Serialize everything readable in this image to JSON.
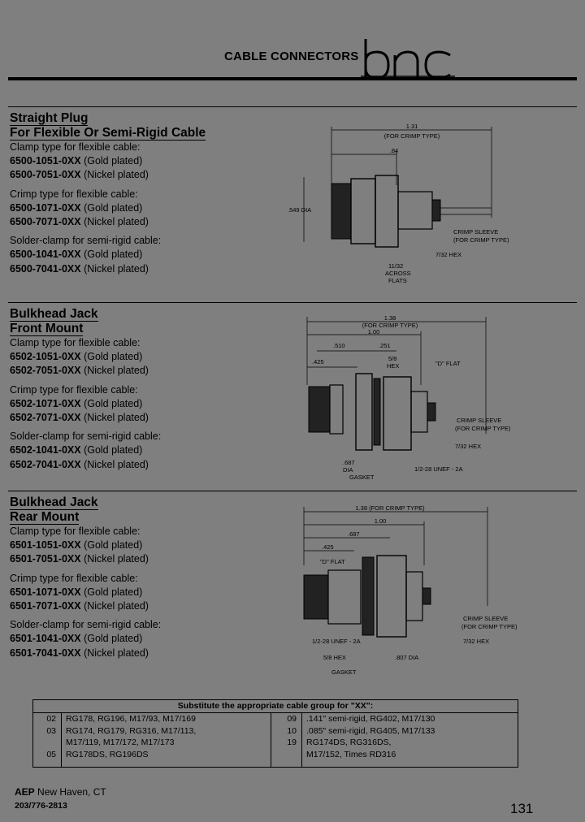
{
  "header": {
    "title": "CABLE CONNECTORS",
    "logo_text": "bnc"
  },
  "sections": [
    {
      "title_line1": "Straight Plug",
      "title_line2": "For Flexible Or Semi-Rigid Cable",
      "groups": [
        {
          "label": "Clamp type for flexible cable:",
          "parts": [
            {
              "pn": "6500-1051-0XX",
              "plating": "(Gold plated)"
            },
            {
              "pn": "6500-7051-0XX",
              "plating": "(Nickel plated)"
            }
          ]
        },
        {
          "label": "Crimp type for flexible cable:",
          "parts": [
            {
              "pn": "6500-1071-0XX",
              "plating": "(Gold plated)"
            },
            {
              "pn": "6500-7071-0XX",
              "plating": "(Nickel plated)"
            }
          ]
        },
        {
          "label": "Solder-clamp for semi-rigid cable:",
          "parts": [
            {
              "pn": "6500-1041-0XX",
              "plating": "(Gold plated)"
            },
            {
              "pn": "6500-7041-0XX",
              "plating": "(Nickel plated)"
            }
          ]
        }
      ],
      "drawing": {
        "dim_overall": "1.31",
        "dim_overall_note": "(FOR CRIMP TYPE)",
        "dim_body": ".84",
        "dim_dia": ".549 DIA",
        "label_sleeve": "CRIMP SLEEVE",
        "label_sleeve_note": "(FOR CRIMP TYPE)",
        "label_hex": "7/32 HEX",
        "label_flats_1": "11/32",
        "label_flats_2": "ACROSS",
        "label_flats_3": "FLATS"
      }
    },
    {
      "title_line1": "Bulkhead Jack",
      "title_line2": "Front Mount",
      "groups": [
        {
          "label": "Clamp type for flexible cable:",
          "parts": [
            {
              "pn": "6502-1051-0XX",
              "plating": "(Gold plated)"
            },
            {
              "pn": "6502-7051-0XX",
              "plating": "(Nickel plated)"
            }
          ]
        },
        {
          "label": "Crimp type for flexible cable:",
          "parts": [
            {
              "pn": "6502-1071-0XX",
              "plating": "(Gold plated)"
            },
            {
              "pn": "6502-7071-0XX",
              "plating": "(Nickel plated)"
            }
          ]
        },
        {
          "label": "Solder-clamp for semi-rigid cable:",
          "parts": [
            {
              "pn": "6502-1041-0XX",
              "plating": "(Gold plated)"
            },
            {
              "pn": "6502-7041-0XX",
              "plating": "(Nickel plated)"
            }
          ]
        }
      ],
      "drawing": {
        "dim_overall": "1.38",
        "dim_overall_note": "(FOR CRIMP TYPE)",
        "dim_body": "1.00",
        "dim_a": ".510",
        "dim_b": ".251",
        "dim_c": ".425",
        "label_hexnut_1": "5/8",
        "label_hexnut_2": "HEX",
        "label_flat": "\"D\" FLAT",
        "label_sleeve": "CRIMP SLEEVE",
        "label_sleeve_note": "(FOR CRIMP TYPE)",
        "label_hex": "7/32 HEX",
        "label_thread": "1/2-28 UNEF - 2A",
        "label_dia_1": ".687",
        "label_dia_2": "DIA",
        "label_gasket": "GASKET"
      }
    },
    {
      "title_line1": "Bulkhead Jack",
      "title_line2": "Rear Mount",
      "groups": [
        {
          "label": "Clamp type for flexible cable:",
          "parts": [
            {
              "pn": "6501-1051-0XX",
              "plating": "(Gold plated)"
            },
            {
              "pn": "6501-7051-0XX",
              "plating": "(Nickel plated)"
            }
          ]
        },
        {
          "label": "Crimp type for flexible cable:",
          "parts": [
            {
              "pn": "6501-1071-0XX",
              "plating": "(Gold plated)"
            },
            {
              "pn": "6501-7071-0XX",
              "plating": "(Nickel plated)"
            }
          ]
        },
        {
          "label": "Solder-clamp for semi-rigid cable:",
          "parts": [
            {
              "pn": "6501-1041-0XX",
              "plating": "(Gold plated)"
            },
            {
              "pn": "6501-7041-0XX",
              "plating": "(Nickel plated)"
            }
          ]
        }
      ],
      "drawing": {
        "dim_overall": "1.38 (FOR CRIMP TYPE)",
        "dim_body": "1.00",
        "dim_a": ".687",
        "dim_b": ".425",
        "label_flat": "\"D\" FLAT",
        "label_thread": "1/2-28 UNEF - 2A",
        "label_hexnut": "5/8 HEX",
        "label_dia": ".807 DIA",
        "label_gasket": "GASKET",
        "label_sleeve": "CRIMP SLEEVE",
        "label_sleeve_note": "(FOR CRIMP TYPE)",
        "label_hex": "7/32 HEX"
      }
    }
  ],
  "cable_table": {
    "heading": "Substitute the appropriate cable group for \"XX\":",
    "left": [
      {
        "code": "02",
        "text": "RG178, RG196, M17/93, M17/169"
      },
      {
        "code": "03",
        "text": "RG174, RG179, RG316, M17/113,"
      },
      {
        "code": "",
        "text": "M17/119, M17/172, M17/173"
      },
      {
        "code": "05",
        "text": "RG178DS, RG196DS"
      }
    ],
    "right": [
      {
        "code": "09",
        "text": ".141\" semi-rigid, RG402, M17/130"
      },
      {
        "code": "10",
        "text": ".085\" semi-rigid, RG405, M17/133"
      },
      {
        "code": "19",
        "text": "RG174DS, RG316DS,"
      },
      {
        "code": "",
        "text": "M17/152, Times RD316"
      }
    ]
  },
  "footer": {
    "company": "AEP",
    "location": "New Haven, CT",
    "phone": "203/776-2813",
    "page": "131"
  }
}
